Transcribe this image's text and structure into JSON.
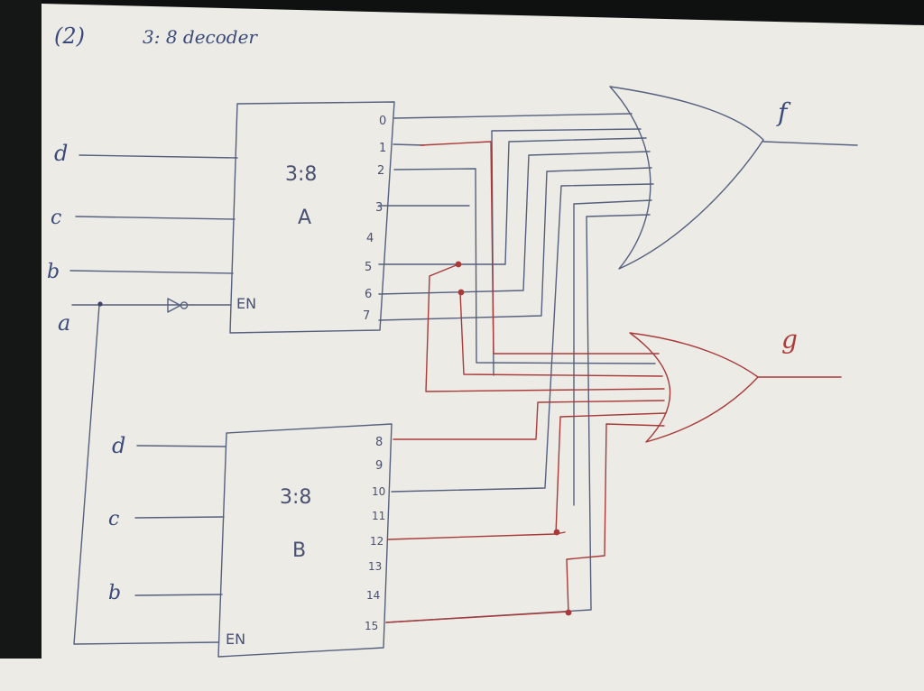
{
  "header": {
    "number": "(2)",
    "title": "3: 8 decoder"
  },
  "inputs_top": [
    "d",
    "c",
    "b"
  ],
  "input_a": "a",
  "inputs_bottom": [
    "d",
    "c",
    "b"
  ],
  "decoder_a": {
    "ratio": "3:8",
    "name": "A",
    "enable": "EN",
    "pins": [
      "0",
      "1",
      "2",
      "3",
      "4",
      "5",
      "6",
      "7"
    ]
  },
  "decoder_b": {
    "ratio": "3:8",
    "name": "B",
    "enable": "EN",
    "pins": [
      "8",
      "9",
      "10",
      "11",
      "12",
      "13",
      "14",
      "15"
    ]
  },
  "outputs": {
    "f": "f",
    "g": "g"
  },
  "colors": {
    "paper": "#ecebe6",
    "ink": "#55607e",
    "red_ink": "#a83a3a"
  }
}
